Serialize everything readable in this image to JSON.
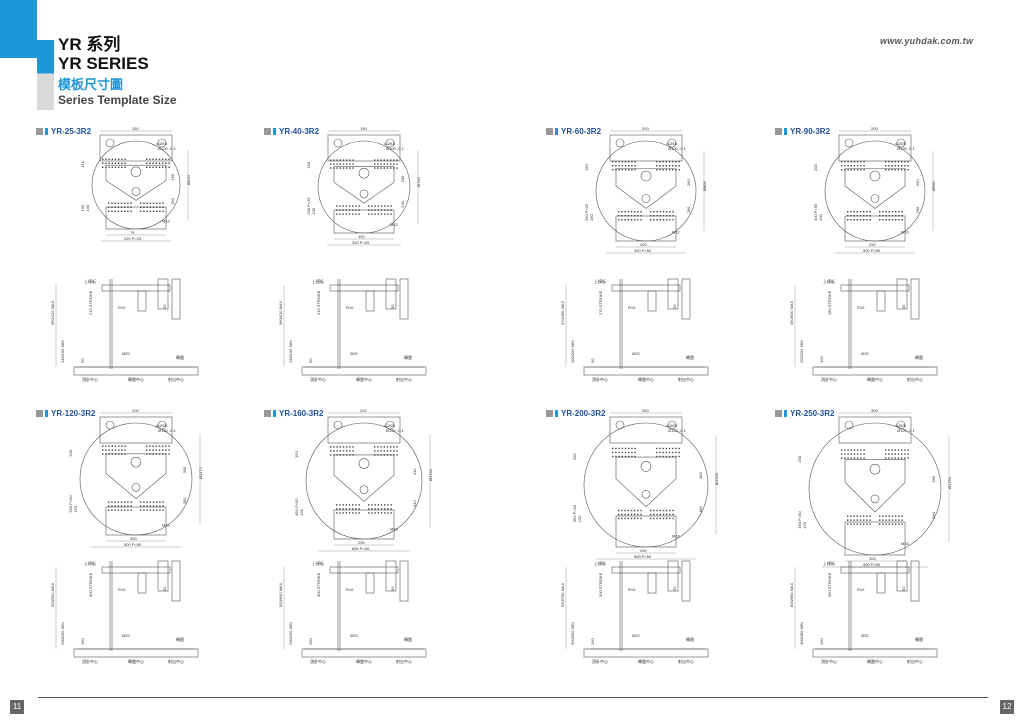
{
  "header": {
    "title_line1": "YR 系列",
    "title_line2": "YR SERIES",
    "title_line3": "模板尺寸圖",
    "title_line4": "Series Template Size",
    "url": "www.yuhdak.com.tw"
  },
  "pages": {
    "left": "11",
    "right": "12"
  },
  "labels": {
    "upper_template": "上模板",
    "rotary": "轉盤",
    "ejector_center": "頂針中心",
    "rotary_center": "轉盤中心",
    "injection_center": "射出中心",
    "r10": "R10",
    "d25": "Ø25",
    "stroke": "STROKE",
    "max": "MAX",
    "min": "MIN"
  },
  "colors": {
    "accent": "#1f97d6",
    "title_blue": "#1f4f9a"
  },
  "models": [
    {
      "name": "YR-25-3R2",
      "top_w": "150",
      "holes": "4-Ø16",
      "pcd": "Ø100 -0.1",
      "dia": "Ø520",
      "h1": "165",
      "h2": "150",
      "v1": "115",
      "v2": "150",
      "v3": "100",
      "bot1": "75",
      "bot2": "220 P=25",
      "thread": "M12",
      "stroke_val": "215",
      "max_min": "360/410",
      "min_val": "145/195",
      "s1": "30",
      "s2": "50"
    },
    {
      "name": "YR-40-3R2",
      "top_w": "150",
      "holes": "4-Ø16",
      "pcd": "Ø100 -0.1",
      "dia": "Ø750",
      "h1": "230",
      "h2": "230",
      "v1": "150",
      "v2": "200 P=25",
      "v3": "100",
      "bot1": "150",
      "bot2": "300 P=25",
      "thread": "M12",
      "stroke_val": "215",
      "max_min": "360/410",
      "min_val": "145/195",
      "s1": "30",
      "s2": "50"
    },
    {
      "name": "YR-60-3R2",
      "top_w": "200",
      "holes": "4-Ø16",
      "pcd": "Ø100 -0.1",
      "dia": "Ø866",
      "h1": "260",
      "h2": "260",
      "v1": "150",
      "v2": "250 P=25",
      "v3": "150",
      "bot1": "200",
      "bot2": "400 P=50",
      "thread": "M12",
      "stroke_val": "270",
      "max_min": "470/490",
      "min_val": "200/250",
      "s1": "30",
      "s2": "50"
    },
    {
      "name": "YR-90-3R2",
      "top_w": "200",
      "holes": "4-Ø20",
      "pcd": "Ø120 -0.1",
      "dia": "Ø980",
      "h1": "290",
      "h2": "290",
      "v1": "200",
      "v2": "300 P=50",
      "v3": "100",
      "bot1": "250",
      "bot2": "500 P=50",
      "thread": "M16",
      "stroke_val": "280",
      "max_min": "450/500",
      "min_val": "200/250",
      "s1": "45",
      "s2": "100"
    },
    {
      "name": "YR-120-3R2",
      "top_w": "200",
      "holes": "4-Ø20",
      "pcd": "Ø120 -0.1",
      "dia": "Ø1172",
      "h1": "300",
      "h2": "350",
      "v1": "200",
      "v2": "300 P=50",
      "v3": "150",
      "bot1": "300",
      "bot2": "500 P=50",
      "thread": "M16",
      "stroke_val": "300",
      "max_min": "500/600",
      "min_val": "200/250",
      "s1": "50",
      "s2": "150"
    },
    {
      "name": "YR-160-3R2",
      "top_w": "200",
      "holes": "4-Ø20",
      "pcd": "Ø120 -0.1",
      "dia": "Ø1330",
      "h1": "410",
      "h2": "410",
      "v1": "150",
      "v2": "450 P=50",
      "v3": "125",
      "bot1": "250",
      "bot2": "650 P=50",
      "thread": "M16",
      "stroke_val": "300",
      "max_min": "500/600",
      "min_val": "200/250",
      "s1": "50",
      "s2": "150"
    },
    {
      "name": "YR-200-3R2",
      "top_w": "250",
      "holes": "4-Ø20",
      "pcd": "Ø120 -0.1",
      "dia": "Ø1500",
      "h1": "480",
      "h2": "480",
      "v1": "200",
      "v2": "350 P=50",
      "v3": "125",
      "bot1": "250",
      "bot2": "650 P=50",
      "thread": "M16",
      "stroke_val": "300",
      "max_min": "650/700",
      "min_val": "300/350",
      "s1": "50",
      "s2": "150"
    },
    {
      "name": "YR-250-3R2",
      "top_w": "300",
      "holes": "4-Ø20",
      "pcd": "Ø120 -0.1",
      "dia": "Ø1750",
      "h1": "560",
      "h2": "560",
      "v1": "200",
      "v2": "450 P=50",
      "v3": "125",
      "bot1": "300",
      "bot2": "900 P=50",
      "thread": "M16",
      "stroke_val": "350",
      "max_min": "800/850",
      "min_val": "400/450",
      "s1": "50",
      "s2": "150"
    }
  ]
}
